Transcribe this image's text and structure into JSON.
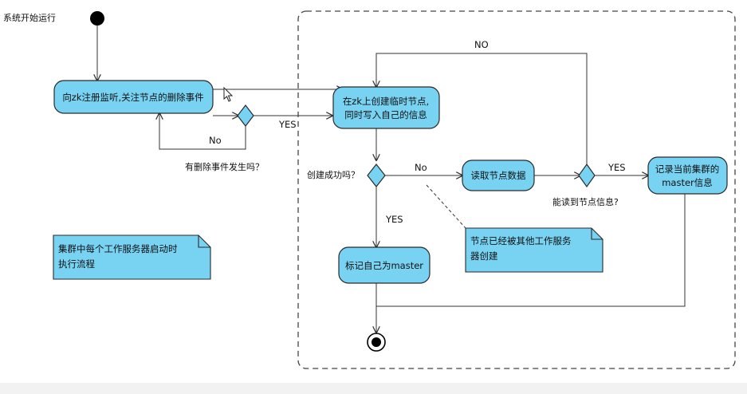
{
  "colors": {
    "node_fill": "#78d2f2",
    "node_stroke": "#2a2a2a",
    "line": "#333333",
    "background": "#ffffff"
  },
  "labels": {
    "start_caption": "系统开始运行",
    "register_watch": "向zk注册监听,关注节点的删除事件",
    "create_node_line1": "在zk上创建临时节点,",
    "create_node_line2": "同时写入自己的信息",
    "read_node": "读取节点数据",
    "record_master_line1": "记录当前集群的",
    "record_master_line2": "master信息",
    "mark_master": "标记自己为master",
    "q_delete_event": "有删除事件发生吗？",
    "q_create_success": "创建成功吗？",
    "q_read_success": "能读到节点信息?",
    "yes_delete": "YES",
    "no_delete": "No",
    "no_create": "No",
    "yes_create": "YES",
    "yes_read": "YES",
    "no_read": "NO",
    "note_process_line1": "集群中每个工作服务器启动时",
    "note_process_line2": "执行流程",
    "note_created_line1": "节点已经被其他工作服务",
    "note_created_line2": "器创建"
  }
}
